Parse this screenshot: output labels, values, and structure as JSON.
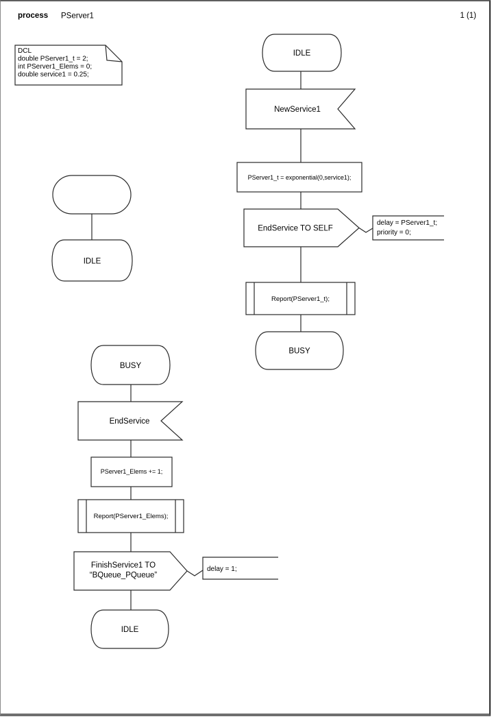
{
  "page": {
    "kind_label": "process",
    "name": "PServer1",
    "page_number": "1 (1)"
  },
  "colors": {
    "ink": "#2a2a2a",
    "paper": "#ffffff",
    "sheet_border": "#6f6f6f"
  },
  "declarations": {
    "lines": [
      "DCL",
      "double PServer1_t = 2;",
      "int PServer1_Elems = 0;",
      "double service1 = 0.25;"
    ]
  },
  "start_flow": {
    "state_idle": "IDLE"
  },
  "main_flow": {
    "state_idle": "IDLE",
    "input_signal": "NewService1",
    "task": "PServer1_t = exponential(0,service1);",
    "output_signal": "EndService TO SELF",
    "comment_lines": [
      "delay = PServer1_t;",
      "priority = 0;"
    ],
    "procedure_call": "Report(PServer1_t);",
    "next_state": "BUSY"
  },
  "end_flow": {
    "state_busy": "BUSY",
    "input_signal": "EndService",
    "task": "PServer1_Elems += 1;",
    "procedure_call": "Report(PServer1_Elems);",
    "output_lines": [
      "FinishService1 TO",
      "“BQueue_PQueue”"
    ],
    "comment": "delay = 1;",
    "next_state": "IDLE"
  }
}
